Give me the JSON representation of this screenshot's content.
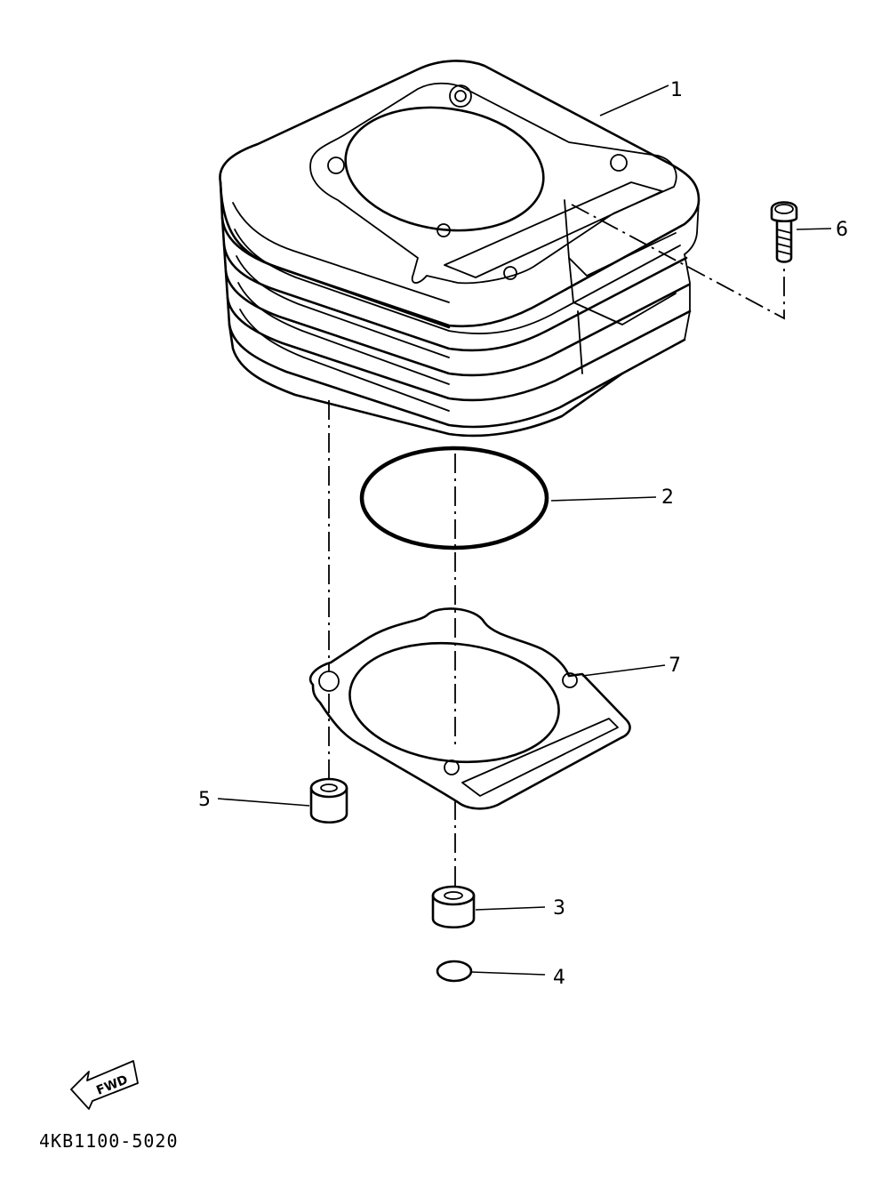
{
  "callouts": [
    {
      "id": "1",
      "label": "1"
    },
    {
      "id": "2",
      "label": "2"
    },
    {
      "id": "3",
      "label": "3"
    },
    {
      "id": "4",
      "label": "4"
    },
    {
      "id": "5",
      "label": "5"
    },
    {
      "id": "6",
      "label": "6"
    },
    {
      "id": "7",
      "label": "7"
    }
  ],
  "fwd_label": "FWD",
  "diagram_code": "4KB1100-5020"
}
